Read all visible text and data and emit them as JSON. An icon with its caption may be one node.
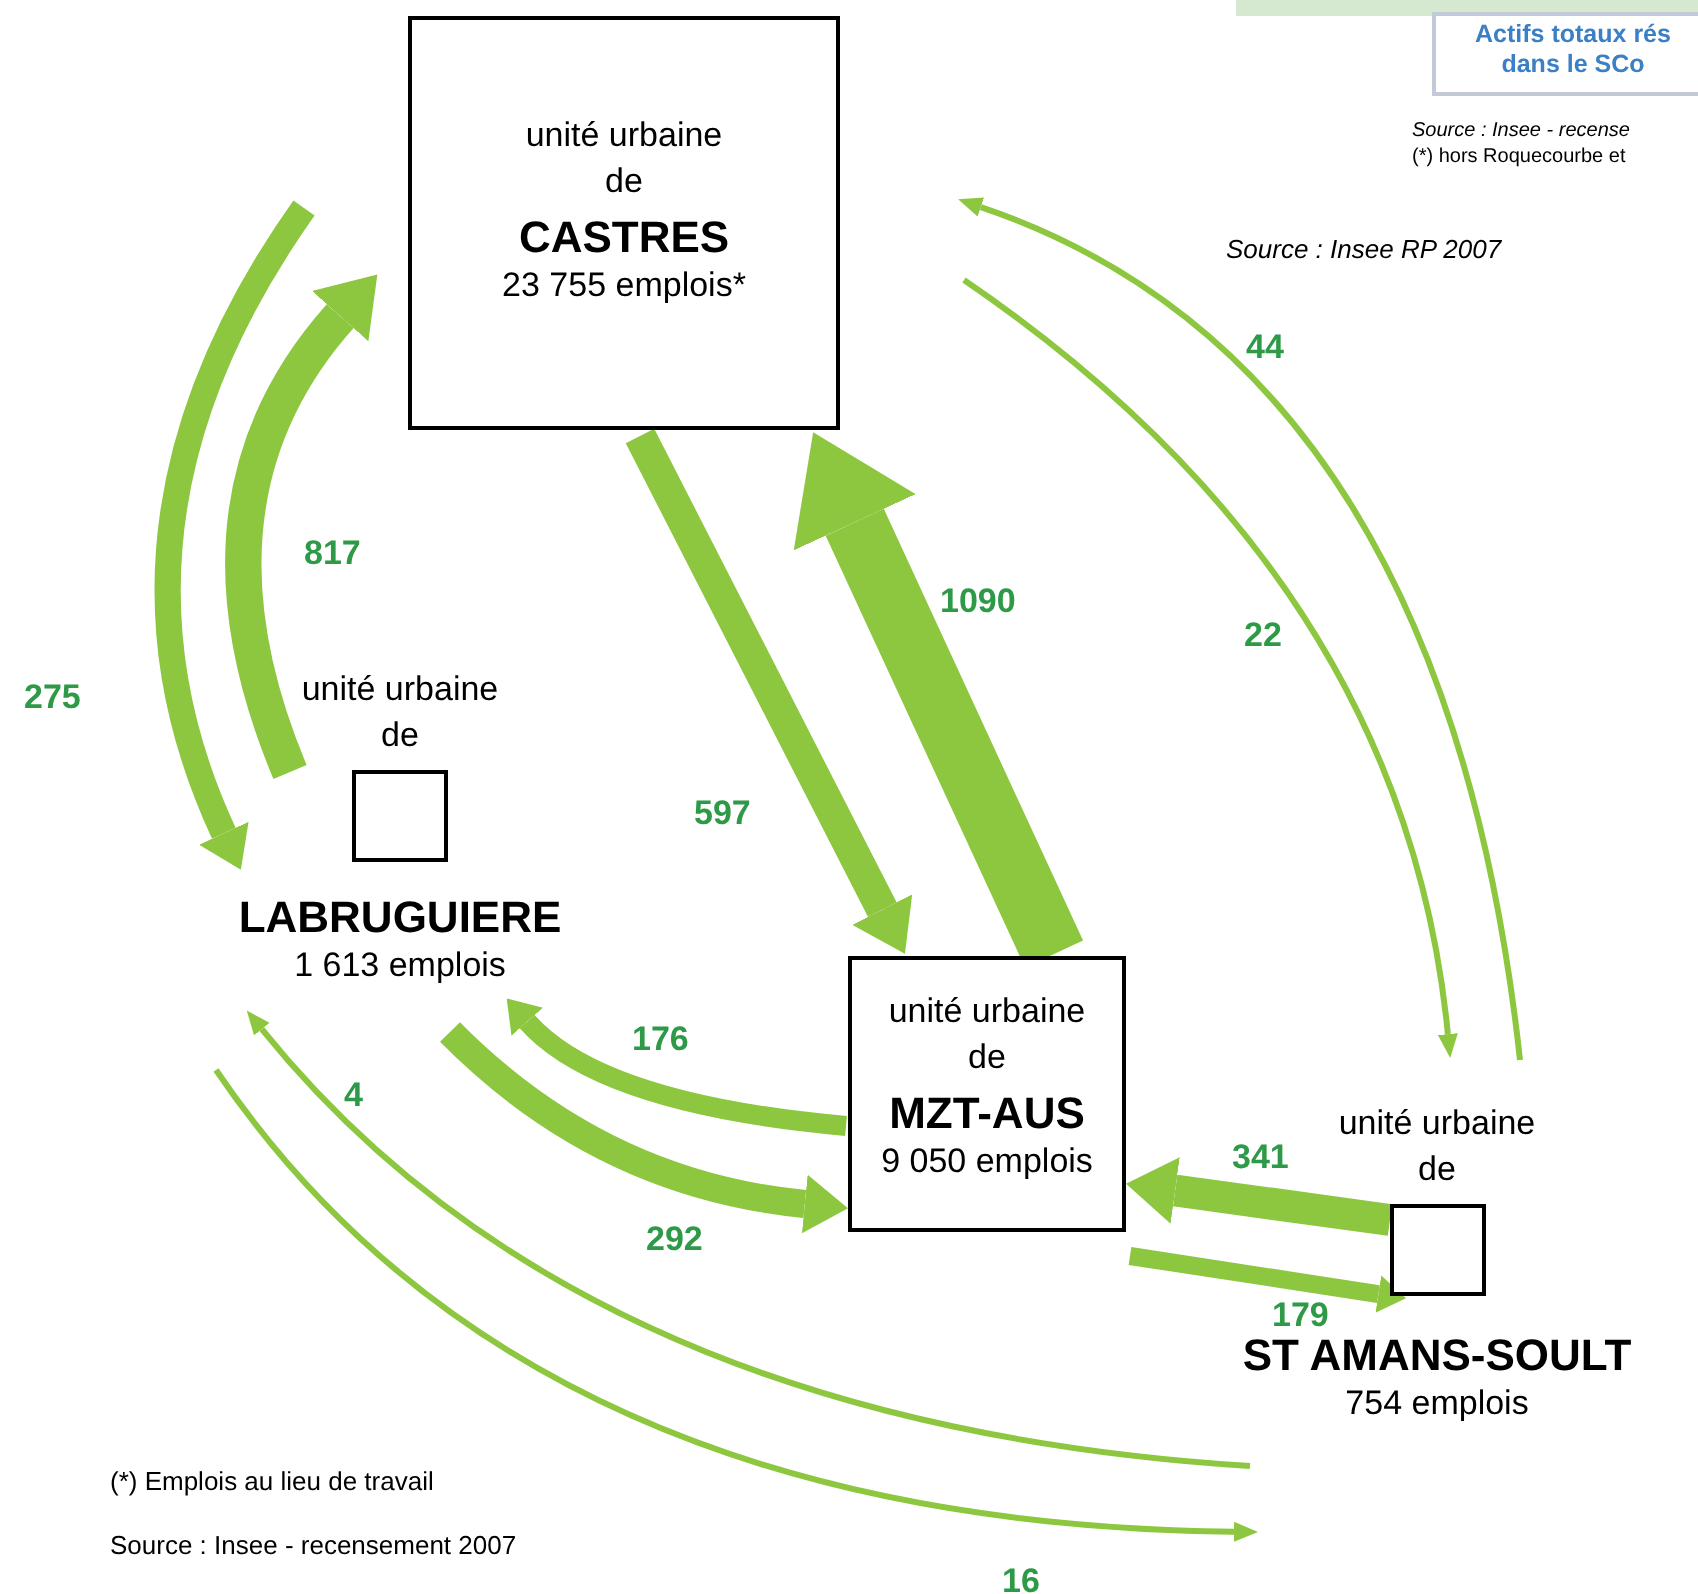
{
  "diagram": {
    "nodes": [
      {
        "text": [
          "unité urbaine de",
          "CASTRES",
          "23 755 emplois*"
        ]
      },
      {
        "text": [
          "unité urbaine de",
          "LABRUGUIERE",
          "1 613 emplois"
        ]
      },
      {
        "text": [
          "unité urbaine de",
          "MZT-AUS",
          "9 050 emplois"
        ]
      },
      {
        "text": [
          "unité urbaine de",
          "ST AMANS-SOULT",
          "754 emplois"
        ]
      }
    ],
    "edges": [
      {
        "from": 0,
        "to": 1,
        "arrow": "to",
        "label": "275"
      },
      {
        "from": 1,
        "to": 0,
        "arrow": "to",
        "label": "817",
        "style": "thick"
      },
      {
        "from": 0,
        "to": 2,
        "arrow": "to",
        "label": "597"
      },
      {
        "from": 2,
        "to": 0,
        "arrow": "to",
        "label": "1090",
        "style": "thick"
      },
      {
        "from": 3,
        "to": 0,
        "arrow": "to",
        "label": "44"
      },
      {
        "from": 0,
        "to": 3,
        "arrow": "to",
        "label": "22"
      },
      {
        "from": 2,
        "to": 1,
        "arrow": "to",
        "label": "176"
      },
      {
        "from": 1,
        "to": 2,
        "arrow": "to",
        "label": "292"
      },
      {
        "from": 3,
        "to": 1,
        "arrow": "to",
        "label": "4"
      },
      {
        "from": 1,
        "to": 3,
        "arrow": "to",
        "label": "16"
      },
      {
        "from": 3,
        "to": 2,
        "arrow": "to",
        "label": "341"
      },
      {
        "from": 2,
        "to": 3,
        "arrow": "to",
        "label": "179"
      }
    ],
    "labels": [
      "Actifs totaux rés dans le SCo",
      "Source : Insee - recense",
      "(*) hors Roquecourbe et",
      "Source : Insee RP 2007",
      "(*) Emplois au lieu de travail",
      "Source : Insee - recensement 2007"
    ]
  }
}
